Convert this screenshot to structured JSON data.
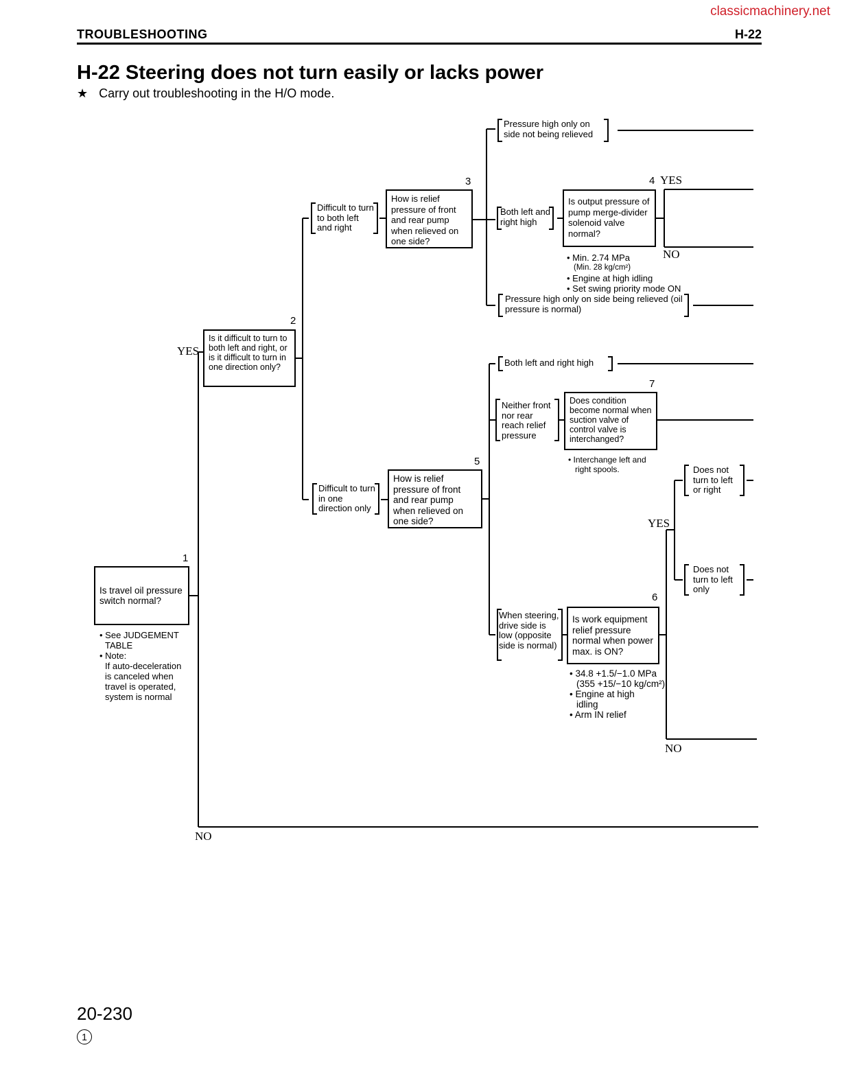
{
  "watermark": "classicmachinery.net",
  "header": {
    "section": "TROUBLESHOOTING",
    "code": "H-22"
  },
  "title": "H-22 Steering does not turn easily or lacks power",
  "subtitle": {
    "star": "★",
    "text": "Carry out troubleshooting in the H/O mode."
  },
  "footer": {
    "page": "20-230",
    "revision": "1"
  },
  "steps": [
    {
      "id": "1",
      "question": "Is travel oil pressure switch normal?"
    },
    {
      "id": "2",
      "question": "Is it difficult to turn to both left and right, or is it difficult to turn in one direction only?"
    },
    {
      "id": "3",
      "question": "How is relief pressure of front and rear pump when relieved on one side?"
    },
    {
      "id": "4",
      "question": "Is output pressure of pump merge-divider solenoid valve normal?"
    },
    {
      "id": "5",
      "question": "How is relief pressure of front and rear pump when relieved on one side?"
    },
    {
      "id": "6",
      "question": "Is work equipment relief pressure normal when power max. is ON?"
    },
    {
      "id": "7",
      "question": "Does condition become normal when suction valve of control valve is interchanged?"
    }
  ],
  "conditions": {
    "c_both_lr": "Difficult to turn to both left and right",
    "c_one_dir": "Difficult to turn in one direction only",
    "c_high_not_relieved": "Pressure high only on side not being relieved",
    "c_both_high_3": "Both left and right high",
    "c_high_relieved": "Pressure high only on side being relieved (oil pressure is normal)",
    "c_both_high_5": "Both left and right high",
    "c_neither": "Neither front nor rear reach relief pressure",
    "c_drive_low": "When steering, drive side is low (opposite side is normal)",
    "c_not_left_right": "Does not turn to left or right",
    "c_not_left_only": "Does not turn to left only"
  },
  "notes": {
    "n1": [
      "• See JUDGEMENT",
      "TABLE",
      "• Note:",
      "If auto-deceleration",
      "is canceled when",
      "travel is operated,",
      "system is normal"
    ],
    "n4": [
      "• Min. 2.74 MPa",
      "(Min. 28 kg/cm²)",
      "• Engine at high idling",
      "• Set swing priority mode ON"
    ],
    "n7": [
      "• Interchange left and",
      "right spools."
    ],
    "n6": [
      "• 34.8 +1.5/−1.0 MPa",
      "(355 +15/−10 kg/cm²)",
      "• Engine at high",
      "idling",
      "• Arm IN relief"
    ]
  },
  "labels": {
    "yes": "YES",
    "no": "NO"
  }
}
